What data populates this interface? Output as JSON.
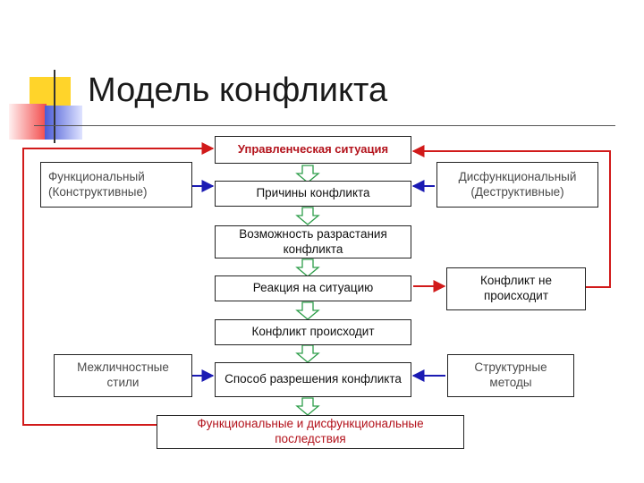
{
  "title": "Модель конфликта",
  "boxes": {
    "situation": "Управленческая ситуация",
    "causes": "Причины конфликта",
    "escalation": "Возможность разрастания конфликта",
    "reaction": "Реакция на ситуацию",
    "occurs": "Конфликт происходит",
    "resolution": "Способ разрешения конфликта",
    "consequences": "Функциональные и дисфункциональные последствия",
    "functional": "Функциональный (Конструктивные)",
    "dysfunctional": "Дисфункциональный (Деструктивные)",
    "not_occurs": "Конфликт не происходит",
    "interpersonal": "Межличностные стили",
    "structural": "Структурные методы"
  },
  "colors": {
    "red_line": "#d11a1a",
    "blue_arrow": "#1b1bb3",
    "green_arrow": "#2e9e4a",
    "deco_yellow": "#ffd42a",
    "deco_red": "#f24a4a",
    "deco_blue": "#4a5bd6"
  }
}
